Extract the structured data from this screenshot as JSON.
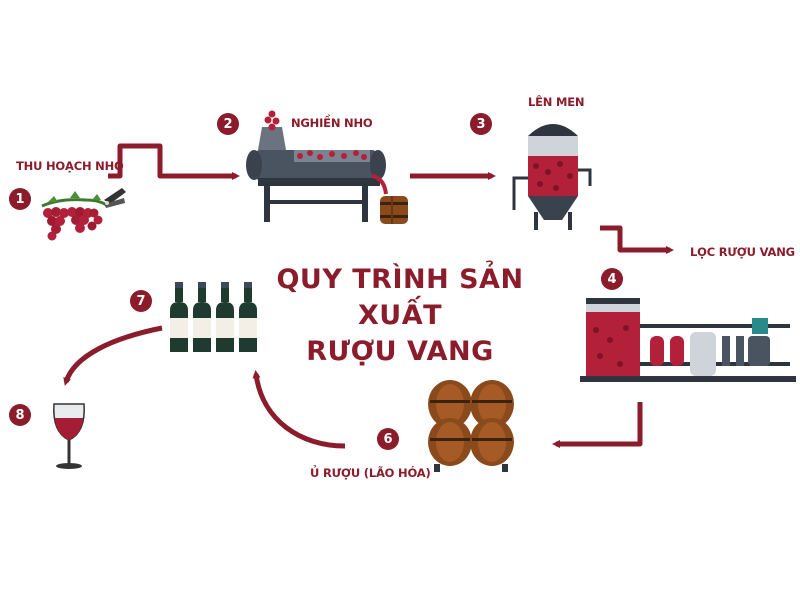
{
  "title": {
    "line1": "QUY TRÌNH SẢN XUẤT",
    "line2": "RƯỢU VANG"
  },
  "steps": [
    {
      "number": "1",
      "label": "THU HOẠCH NHO"
    },
    {
      "number": "2",
      "label": "NGHIỀN NHO"
    },
    {
      "number": "3",
      "label": "LÊN MEN"
    },
    {
      "number": "4",
      "label": "LỌC RƯỢU VANG"
    },
    {
      "number": "6",
      "label": "Ủ RƯỢU (LÃO HÓA)"
    },
    {
      "number": "7",
      "label": ""
    },
    {
      "number": "8",
      "label": ""
    }
  ],
  "colors": {
    "accent": "#8b1c2b",
    "grape": "#b3203a",
    "metal": "#4a5360",
    "barrel": "#8a4a1c",
    "bottle": "#1f3a2e"
  },
  "icons": [
    "grapes-icon",
    "pruning-shears-icon",
    "crusher-machine-icon",
    "small-barrel-icon",
    "fermentation-tank-icon",
    "filtration-system-icon",
    "oak-barrels-icon",
    "wine-bottles-icon",
    "wine-glass-icon"
  ]
}
